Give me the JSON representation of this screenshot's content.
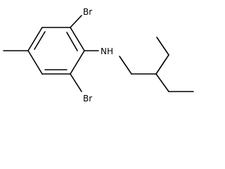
{
  "molecule": {
    "atom_labels": {
      "bromine_top": "Br",
      "bromine_bottom": "Br",
      "amine": "NH"
    },
    "colors": {
      "bond": "#000000",
      "label": "#000000",
      "background": "#ffffff"
    }
  }
}
